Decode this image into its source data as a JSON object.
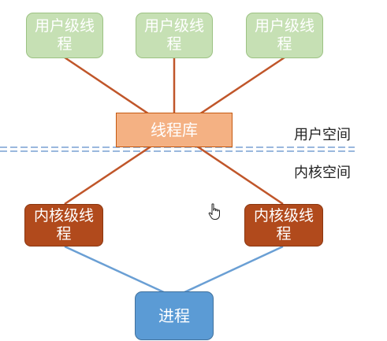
{
  "user_threads": [
    {
      "label": "用户级线程"
    },
    {
      "label": "用户级线程"
    },
    {
      "label": "用户级线程"
    }
  ],
  "thread_library": {
    "label": "线程库"
  },
  "user_space_label": "用户空间",
  "kernel_space_label": "内核空间",
  "kernel_threads": [
    {
      "label": "内核级线程"
    },
    {
      "label": "内核级线程"
    }
  ],
  "process": {
    "label": "进程"
  },
  "colors": {
    "user_thread_fill": "#c6e0b4",
    "thread_library_fill": "#f4b183",
    "kernel_thread_fill": "#b14a1c",
    "process_fill": "#5b9bd5",
    "mapping_line": "#c0562a",
    "process_line": "#6a9fd4",
    "boundary_dash": "#9ab8de"
  },
  "icons": {
    "cursor": "hand-pointer-icon"
  }
}
